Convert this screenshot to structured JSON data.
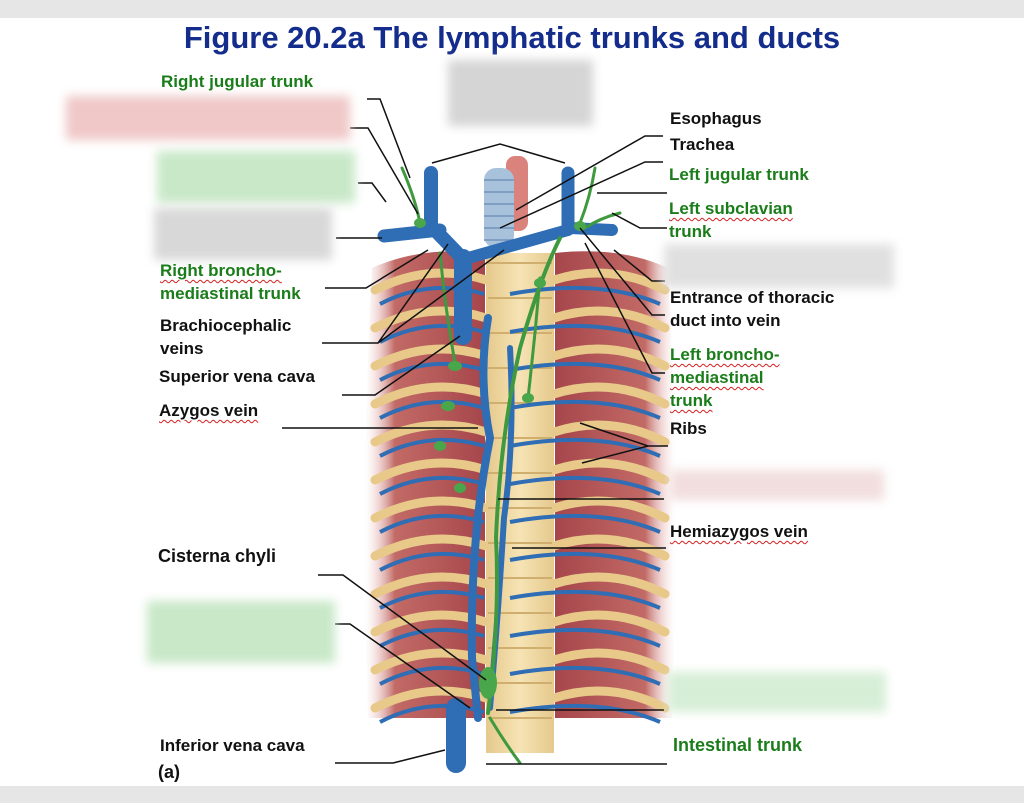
{
  "title": "Figure 20.2a The lymphatic trunks and ducts",
  "labels": {
    "right_jugular": "Right jugular trunk",
    "right_broncho_1": "Right broncho-",
    "right_broncho_2": "mediastinal trunk",
    "brachio_1": "Brachiocephalic",
    "brachio_2": "veins",
    "svc": "Superior vena cava",
    "azygos": "Azygos vein",
    "cisterna": "Cisterna chyli",
    "ivc": "Inferior vena cava",
    "panel": "(a)",
    "esophagus": "Esophagus",
    "trachea": "Trachea",
    "left_jugular": "Left jugular trunk",
    "left_subclavian_1": "Left subclavian",
    "left_subclavian_2": "trunk",
    "entrance_1": "Entrance of thoracic",
    "entrance_2": "duct into vein",
    "left_broncho_1": "Left broncho-",
    "left_broncho_2": "mediastinal",
    "left_broncho_3": "trunk",
    "ribs": "Ribs",
    "hemiazygos": "Hemiazygos vein",
    "intestinal": "Intestinal trunk"
  },
  "colors": {
    "title": "#142c8c",
    "trunk_label": "#1a7d1a",
    "vein": "#2f6db5",
    "lymph": "#3f9a3f",
    "muscle": "#b9585a",
    "rib": "#e9c98c"
  }
}
